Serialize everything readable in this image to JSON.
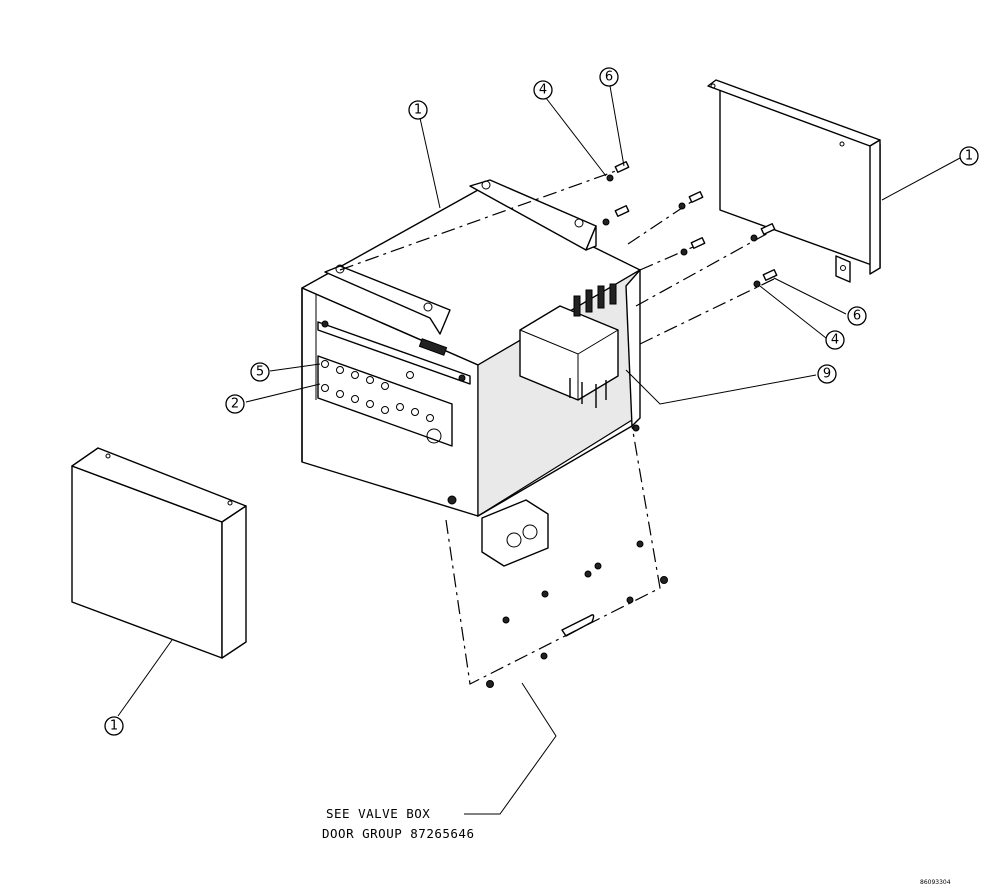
{
  "callouts": [
    {
      "id": "c1-main-box",
      "label": "1"
    },
    {
      "id": "c1-right-cover",
      "label": "1"
    },
    {
      "id": "c1-left-cover",
      "label": "1"
    },
    {
      "id": "c4-top",
      "label": "4"
    },
    {
      "id": "c6-top",
      "label": "6"
    },
    {
      "id": "c6-right",
      "label": "6"
    },
    {
      "id": "c4-right",
      "label": "4"
    },
    {
      "id": "c9",
      "label": "9"
    },
    {
      "id": "c5",
      "label": "5"
    },
    {
      "id": "c2",
      "label": "2"
    }
  ],
  "note": {
    "line1": "SEE VALVE BOX",
    "line2": "DOOR GROUP 87265646"
  },
  "corner_id": "86093304"
}
